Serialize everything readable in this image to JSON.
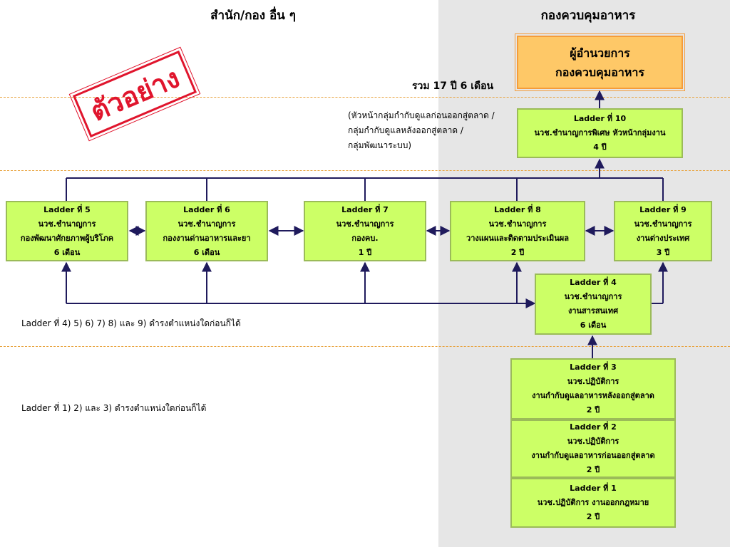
{
  "headers": {
    "left": "สำนัก/กอง อื่น ๆ",
    "right": "กองควบคุมอาหาร"
  },
  "stamp_text": "ตัวอย่าง",
  "total": "รวม  17  ปี  6 เดือน",
  "director": {
    "line1": "ผู้อำนวยการ",
    "line2": "กองควบคุมอาหาร"
  },
  "ladder_note": {
    "line1": "(หัวหน้ากลุ่มกำกับดูแลก่อนออกสู่ตลาด /",
    "line2": "กลุ่มกำกับดูแลหลังออกสู่ตลาด /",
    "line3": "กลุ่มพัฒนาระบบ)"
  },
  "notes": {
    "upper": "Ladder ที่ 4) 5) 6) 7) 8) และ 9) ดำรงตำแหน่งใดก่อนก็ได้",
    "lower": "Ladder ที่ 1) 2) และ 3) ดำรงตำแหน่งใดก่อนก็ได้"
  },
  "ladders": {
    "l10": {
      "title": "Ladder ที่ 10",
      "position": "นวช.ชำนาญการพิเศษ  หัวหน้ากลุ่มงาน",
      "duration": "4 ปี"
    },
    "l5": {
      "title": "Ladder ที่ 5",
      "position": "นวช.ชำนาญการ",
      "unit": "กองพัฒนาศักยภาพผู้บริโภค",
      "duration": "6 เดือน"
    },
    "l6": {
      "title": "Ladder ที่ 6",
      "position": "นวช.ชำนาญการ",
      "unit": "กองงานด่านอาหารและยา",
      "duration": "6 เดือน"
    },
    "l7": {
      "title": "Ladder ที่ 7",
      "position": "นวช.ชำนาญการ",
      "unit": "กองคบ.",
      "duration": "1 ปี"
    },
    "l8": {
      "title": "Ladder ที่ 8",
      "position": "นวช.ชำนาญการ",
      "unit": "วางแผนและติดตามประเมินผล",
      "duration": "2 ปี"
    },
    "l9": {
      "title": "Ladder ที่ 9",
      "position": "นวช.ชำนาญการ",
      "unit": "งานต่างประเทศ",
      "duration": "3 ปี"
    },
    "l4": {
      "title": "Ladder ที่ 4",
      "position": "นวช.ชำนาญการ",
      "unit": "งานสารสนเทศ",
      "duration": "6 เดือน"
    },
    "l3": {
      "title": "Ladder ที่ 3",
      "position": "นวช.ปฏิบัติการ",
      "unit": "งานกำกับดูแลอาหารหลังออกสู่ตลาด",
      "duration": "2 ปี"
    },
    "l2": {
      "title": "Ladder ที่ 2",
      "position": "นวช.ปฏิบัติการ",
      "unit": "งานกำกับดูแลอาหารก่อนออกสู่ตลาด",
      "duration": "2 ปี"
    },
    "l1": {
      "title": "Ladder ที่ 1",
      "position": "นวช.ปฏิบัติการ  งานออกกฎหมาย",
      "duration": "2 ปี"
    }
  },
  "colors": {
    "ladder_fill": "#ccff66",
    "ladder_border": "#9bbb59",
    "director_fill": "#fec867",
    "director_border": "#f59c3a",
    "connector": "#1f1a5c",
    "stamp": "#e0152d",
    "divider": "#e8a23c",
    "right_panel": "#e6e6e6"
  }
}
